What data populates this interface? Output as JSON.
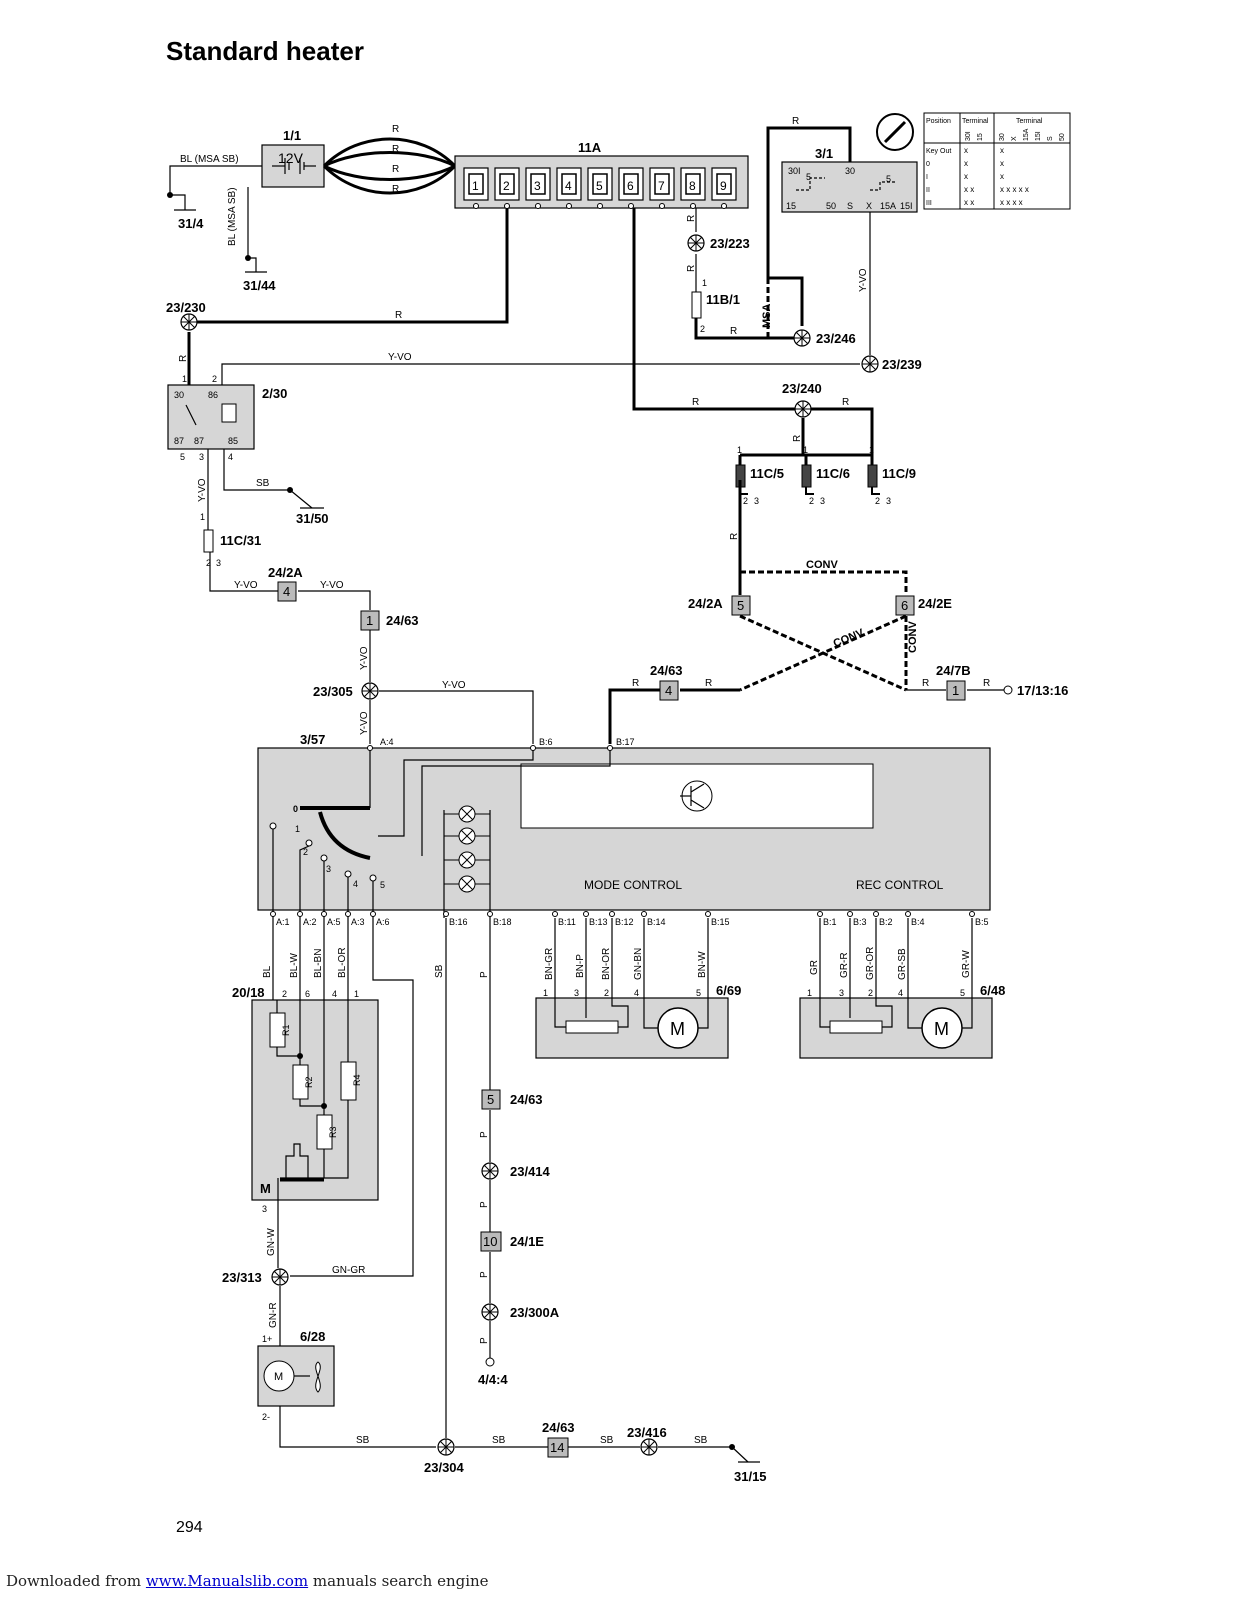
{
  "title": "Standard heater",
  "page_number": "294",
  "footer": {
    "prefix": "Downloaded from ",
    "link": "www.Manualslib.com",
    "suffix": "  manuals search engine"
  },
  "components": {
    "battery": {
      "id": "1/1",
      "voltage": "12V"
    },
    "fusebox": {
      "id": "11A",
      "fuses": [
        "1",
        "2",
        "3",
        "4",
        "5",
        "6",
        "7",
        "8",
        "9"
      ]
    },
    "ignition": {
      "id": "3/1",
      "terminals_top": [
        "30I",
        "30"
      ],
      "terminals_bottom": [
        "15",
        "50",
        "S",
        "X",
        "15A",
        "15I"
      ],
      "inner": [
        "5",
        "5"
      ]
    },
    "relay": {
      "id": "2/30",
      "pins_top": [
        "30",
        "86"
      ],
      "pins_bottom": [
        "87",
        "87",
        "85"
      ],
      "wire_pins": [
        "1",
        "2",
        "5",
        "3",
        "4"
      ]
    },
    "fuse_11b1": "11B/1",
    "fuse_11c31": "11C/31",
    "fuses_11c": [
      "11C/5",
      "11C/6",
      "11C/9"
    ],
    "control_panel": {
      "id": "3/57",
      "mode_control": "MODE CONTROL",
      "rec_control": "REC CONTROL",
      "switch_positions": [
        "0",
        "1",
        "2",
        "3",
        "4",
        "5"
      ]
    },
    "fan_resistor": {
      "id": "20/18",
      "resistors": [
        "R1",
        "R2",
        "R3",
        "R4"
      ],
      "motor_label": "M",
      "pins": [
        "2",
        "6",
        "4",
        "1",
        "3"
      ]
    },
    "fan_motor": {
      "id": "6/28",
      "label": "M",
      "pin_pos": "1+",
      "pin_neg": "2-"
    },
    "mode_motor": {
      "id": "6/69",
      "label": "M",
      "pins": [
        "1",
        "3",
        "2",
        "4",
        "5"
      ]
    },
    "rec_motor": {
      "id": "6/48",
      "label": "M",
      "pins": [
        "1",
        "3",
        "2",
        "4",
        "5"
      ]
    }
  },
  "ignition_table": {
    "header_position": "Position",
    "header_terminal_left": "Terminal",
    "header_terminal_right": "Terminal",
    "left_cols": [
      "30I",
      "15"
    ],
    "right_cols": [
      "30",
      "X",
      "15A",
      "15I",
      "S",
      "50"
    ],
    "rows": [
      {
        "pos": "Key Out",
        "l": "x",
        "r": "x"
      },
      {
        "pos": "0",
        "l": "x",
        "r": "x"
      },
      {
        "pos": "I",
        "l": "x",
        "r": "x"
      },
      {
        "pos": "II",
        "l": "x x",
        "r": "x x x x x"
      },
      {
        "pos": "III",
        "l": "x x",
        "r": "x x x x"
      }
    ]
  },
  "labels": {
    "ground_31_4": "31/4",
    "ground_31_44": "31/44",
    "ground_31_50": "31/50",
    "ground_31_15": "31/15",
    "sp_23_223": "23/223",
    "sp_23_230": "23/230",
    "sp_23_246": "23/246",
    "sp_23_239": "23/239",
    "sp_23_240": "23/240",
    "sp_23_305": "23/305",
    "sp_23_313": "23/313",
    "sp_23_304": "23/304",
    "sp_23_416": "23/416",
    "sp_23_414": "23/414",
    "sp_23_300a": "23/300A",
    "conn_24_2a_left": "24/2A",
    "conn_24_63_top": "24/63",
    "conn_24_2a_right": "24/2A",
    "conn_24_2e": "24/2E",
    "conn_24_63_mid": "24/63",
    "conn_24_7b": "24/7B",
    "ext_17_13_16": "17/13:16",
    "conn_24_63_low": "24/63",
    "conn_24_1e": "24/1E",
    "conn_24_63_bottom": "24/63",
    "ext_4_4_4": "4/4:4"
  },
  "connector_numbers": {
    "c24_2a_left": "4",
    "c24_63_top": "1",
    "c24_2a_right": "5",
    "c24_2e": "6",
    "c24_63_mid": "4",
    "c24_7b": "1",
    "c24_63_low": "5",
    "c24_1e": "10",
    "c24_63_bottom": "14"
  },
  "wire_colors": {
    "bl_msa_sb": "BL (MSA SB)",
    "r": "R",
    "y_vo": "Y-VO",
    "sb": "SB",
    "msa": "MSA",
    "conv": "CONV",
    "bl": "BL",
    "bl_w": "BL-W",
    "bl_bn": "BL-BN",
    "bl_or": "BL-OR",
    "p": "P",
    "bn_gr": "BN-GR",
    "bn_p": "BN-P",
    "bn_or": "BN-OR",
    "gn_bn": "GN-BN",
    "bn_w": "BN-W",
    "gr": "GR",
    "gr_r": "GR-R",
    "gr_or": "GR-OR",
    "gr_sb": "GR-SB",
    "gr_w": "GR-W",
    "gn_w": "GN-W",
    "gn_gr": "GN-GR",
    "gn_r": "GN-R"
  },
  "pin_labels": {
    "a4": "A:4",
    "b6": "B:6",
    "b17": "B:17",
    "a1": "A:1",
    "a2": "A:2",
    "a5": "A:5",
    "a3": "A:3",
    "a6": "A:6",
    "b16": "B:16",
    "b18": "B:18",
    "b11": "B:11",
    "b13": "B:13",
    "b12": "B:12",
    "b14": "B:14",
    "b15": "B:15",
    "b1": "B:1",
    "b3": "B:3",
    "b2": "B:2",
    "b4": "B:4",
    "b5": "B:5"
  },
  "fuse_pins": {
    "one": "1",
    "two": "2",
    "three": "3"
  }
}
